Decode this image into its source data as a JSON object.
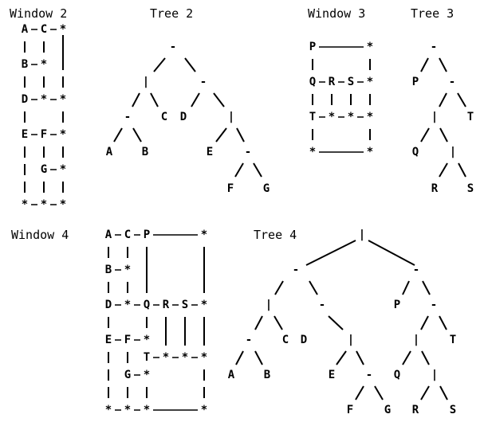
{
  "titles": {
    "window2": "Window 2",
    "tree2": "Tree 2",
    "window3": "Window 3",
    "tree3": "Tree 3",
    "window4": "Window 4",
    "tree4": "Tree 4"
  },
  "symbols": {
    "corner": "*",
    "vsplit": "|",
    "hsplit": "-"
  },
  "leaves": {
    "A": "A",
    "B": "B",
    "C": "C",
    "D": "D",
    "E": "E",
    "F": "F",
    "G": "G",
    "P": "P",
    "Q": "Q",
    "R": "R",
    "S": "S",
    "T": "T"
  }
}
